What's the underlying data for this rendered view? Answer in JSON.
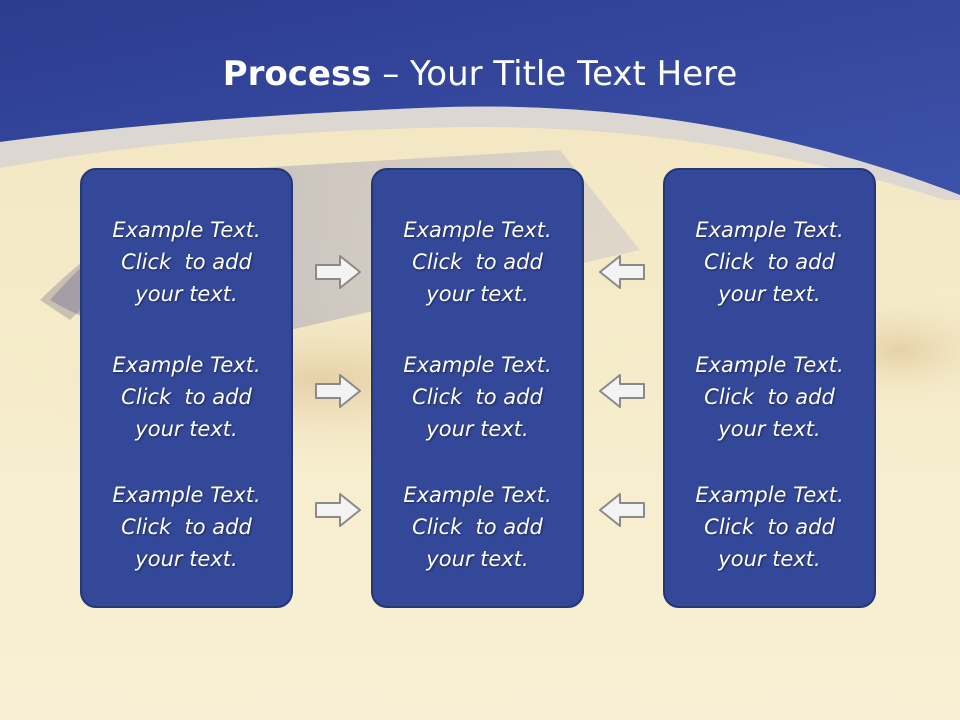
{
  "header": {
    "title_bold": "Process",
    "title_rest": " – Your Title Text Here"
  },
  "colors": {
    "header_blue": "#2e3f94",
    "box_fill": "#34489a",
    "box_border": "#253676",
    "background": "#f6ecc9",
    "arrow_fill": "#f3f3f3",
    "arrow_stroke": "#8a8a8a"
  },
  "columns": [
    {
      "blocks": [
        {
          "line1": "Example Text.",
          "line2": "Click  to add",
          "line3": "your text."
        },
        {
          "line1": "Example Text.",
          "line2": "Click  to add",
          "line3": "your text."
        },
        {
          "line1": "Example Text.",
          "line2": "Click  to add",
          "line3": "your text."
        }
      ]
    },
    {
      "blocks": [
        {
          "line1": "Example Text.",
          "line2": "Click  to add",
          "line3": "your text."
        },
        {
          "line1": "Example Text.",
          "line2": "Click  to add",
          "line3": "your text."
        },
        {
          "line1": "Example Text.",
          "line2": "Click  to add",
          "line3": "your text."
        }
      ]
    },
    {
      "blocks": [
        {
          "line1": "Example Text.",
          "line2": "Click  to add",
          "line3": "your text."
        },
        {
          "line1": "Example Text.",
          "line2": "Click  to add",
          "line3": "your text."
        },
        {
          "line1": "Example Text.",
          "line2": "Click  to add",
          "line3": "your text."
        }
      ]
    }
  ],
  "arrows": {
    "left_to_center": [
      "arrow-right-icon",
      "arrow-right-icon",
      "arrow-right-icon"
    ],
    "right_to_center": [
      "arrow-left-icon",
      "arrow-left-icon",
      "arrow-left-icon"
    ]
  }
}
